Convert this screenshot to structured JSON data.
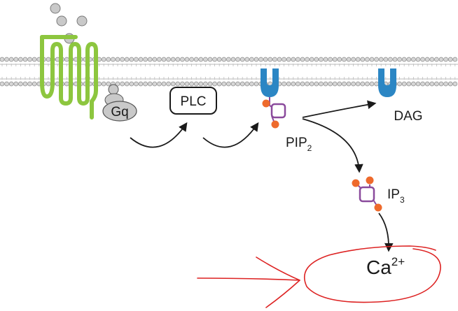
{
  "labels": {
    "gq": "Gq",
    "plc": "PLC",
    "pip2_main": "PIP",
    "pip2_sub": "2",
    "dag": "DAG",
    "ip3_main": "IP",
    "ip3_sub": "3",
    "ca_main": "Ca",
    "ca_sup": "2+"
  },
  "colors": {
    "receptor": "#8dc63f",
    "dag_head": "#2b86c4",
    "phosphate": "#ee6a2c",
    "inositol": "#8a4a9c",
    "membrane_bead": "#d6d6d6",
    "membrane_edge": "#8c8c8c",
    "ligand": "#c9c9c9",
    "annotation": "#dd2222",
    "arrow": "#1a1a1a"
  },
  "icons": [
    "ligand-molecule-icon",
    "gpcr-receptor-icon",
    "dag-head-icon",
    "phosphate-icon",
    "inositol-ring-icon",
    "curved-arrow-icon",
    "hand-drawn-arrow-icon",
    "hand-drawn-circle-icon"
  ]
}
